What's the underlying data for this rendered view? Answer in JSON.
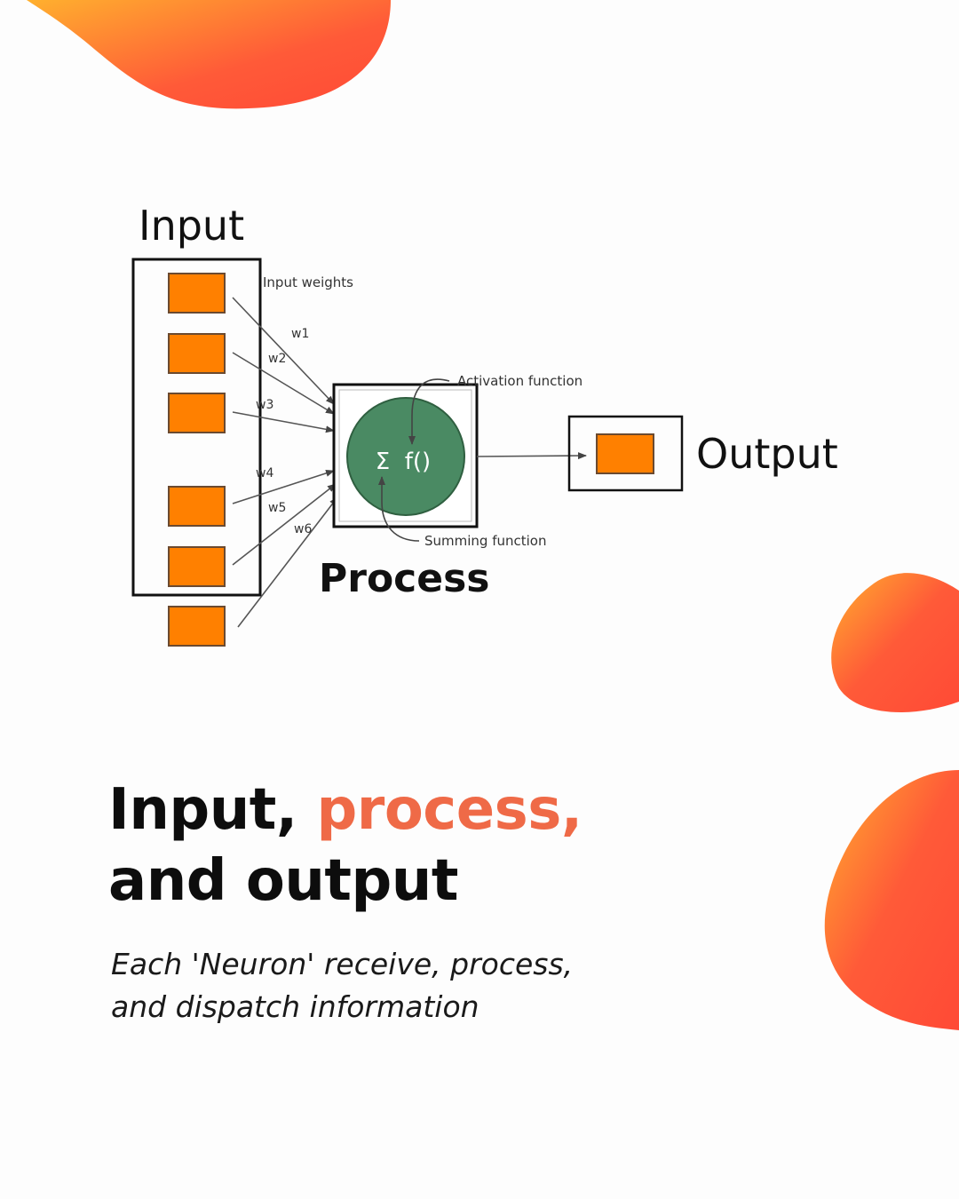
{
  "diagram": {
    "input_label": "Input",
    "process_label": "Process",
    "output_label": "Output",
    "input_weights_label": "Input weights",
    "weights": [
      "w1",
      "w2",
      "w3",
      "w4",
      "w5",
      "w6"
    ],
    "activation_label": "Activation function",
    "summing_label": "Summing function",
    "neuron_text": "Σ  f()"
  },
  "headline": {
    "line1_plain": "Input, ",
    "line1_accent": "process,",
    "line2": "and output"
  },
  "subtitle": {
    "line1": "Each 'Neuron' receive, process,",
    "line2": "and dispatch information"
  },
  "colors": {
    "accent": "#ef6a47",
    "node_fill": "#ff8000",
    "neuron_fill": "#4a8a63",
    "blob_gradient_start": "#ffb02e",
    "blob_gradient_end": "#ff4a36"
  }
}
